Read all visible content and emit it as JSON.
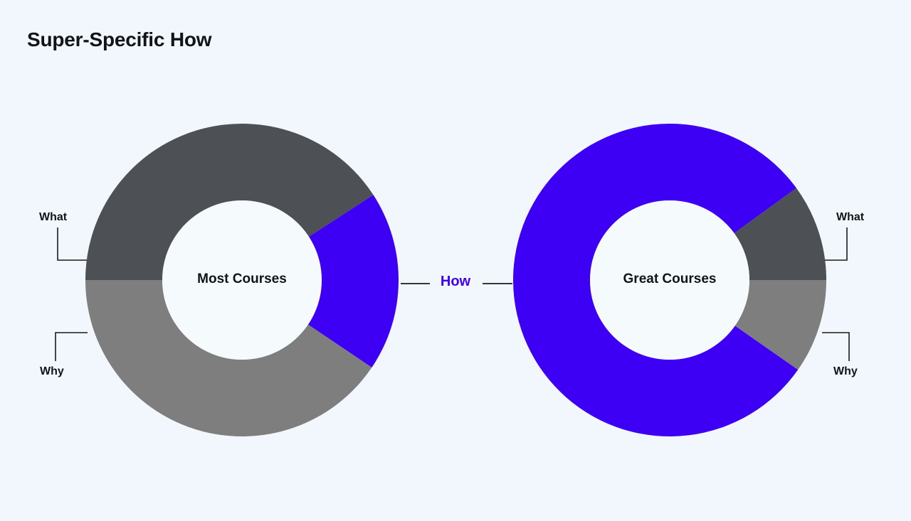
{
  "title": "Super-Specific How",
  "background_color": "#f1f7fd",
  "colors": {
    "what": "#4d5155",
    "why": "#7e7e7e",
    "how": "#3d00f5",
    "hole": "#f5fafd",
    "text": "#111418",
    "leader_line": "#1a1a1a"
  },
  "center_link": {
    "label": "How"
  },
  "charts": [
    {
      "id": "most-courses",
      "center_label": "Most Courses",
      "segments": [
        {
          "key": "what",
          "label": "What",
          "color": "#4d5155",
          "percent": 40.8,
          "start_deg": 270,
          "end_deg": 57
        },
        {
          "key": "how",
          "label": "How",
          "color": "#3d00f5",
          "percent": 18.6,
          "start_deg": 57,
          "end_deg": 124
        },
        {
          "key": "why",
          "label": "Why",
          "color": "#7e7e7e",
          "percent": 40.6,
          "start_deg": 124,
          "end_deg": 270
        }
      ]
    },
    {
      "id": "great-courses",
      "center_label": "Great Courses",
      "segments": [
        {
          "key": "how",
          "label": "How",
          "color": "#3d00f5",
          "percent": 80.3,
          "start_deg": 125,
          "end_deg": 54
        },
        {
          "key": "what",
          "label": "What",
          "color": "#4d5155",
          "percent": 10.0,
          "start_deg": 54,
          "end_deg": 90
        },
        {
          "key": "why",
          "label": "Why",
          "color": "#7e7e7e",
          "percent": 9.7,
          "start_deg": 90,
          "end_deg": 125
        }
      ]
    }
  ],
  "chart_data": {
    "type": "pie",
    "title": "Super-Specific How",
    "subtitle": "",
    "variant": "donut",
    "legend_position": "callout-labels",
    "categories": [
      "What",
      "How",
      "Why"
    ],
    "series": [
      {
        "name": "Most Courses",
        "values": [
          40.8,
          18.6,
          40.6
        ]
      },
      {
        "name": "Great Courses",
        "values": [
          10.0,
          80.3,
          9.7
        ]
      }
    ],
    "annotations": [
      "How"
    ],
    "colors": {
      "What": "#4d5155",
      "How": "#3d00f5",
      "Why": "#7e7e7e"
    }
  },
  "labels": {
    "left_what": "What",
    "left_why": "Why",
    "right_what": "What",
    "right_why": "Why"
  }
}
